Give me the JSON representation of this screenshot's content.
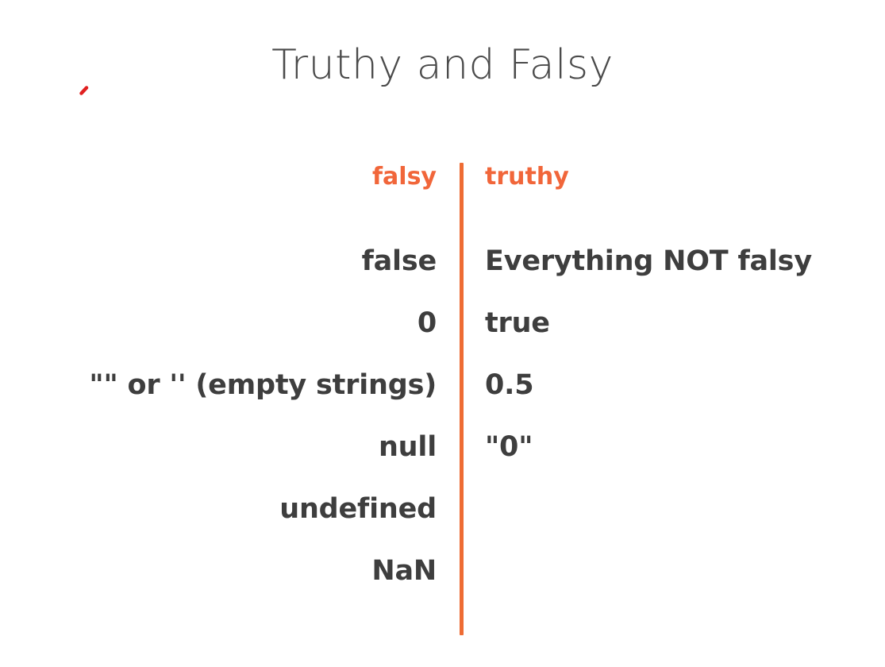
{
  "slide": {
    "title": "Truthy and Falsy",
    "background_color": "#ffffff",
    "accent_color": "#ee6c34",
    "text_color": "#3e3e3e",
    "title_color": "#4a4a4a",
    "annotation_color": "#e02020"
  },
  "table": {
    "falsy": {
      "header": "falsy",
      "items": [
        "false",
        "0",
        "\"\" or '' (empty strings)",
        "null",
        "undefined",
        "NaN"
      ]
    },
    "truthy": {
      "header": "truthy",
      "items": [
        "Everything NOT falsy",
        "true",
        "0.5",
        "\"0\""
      ]
    }
  }
}
